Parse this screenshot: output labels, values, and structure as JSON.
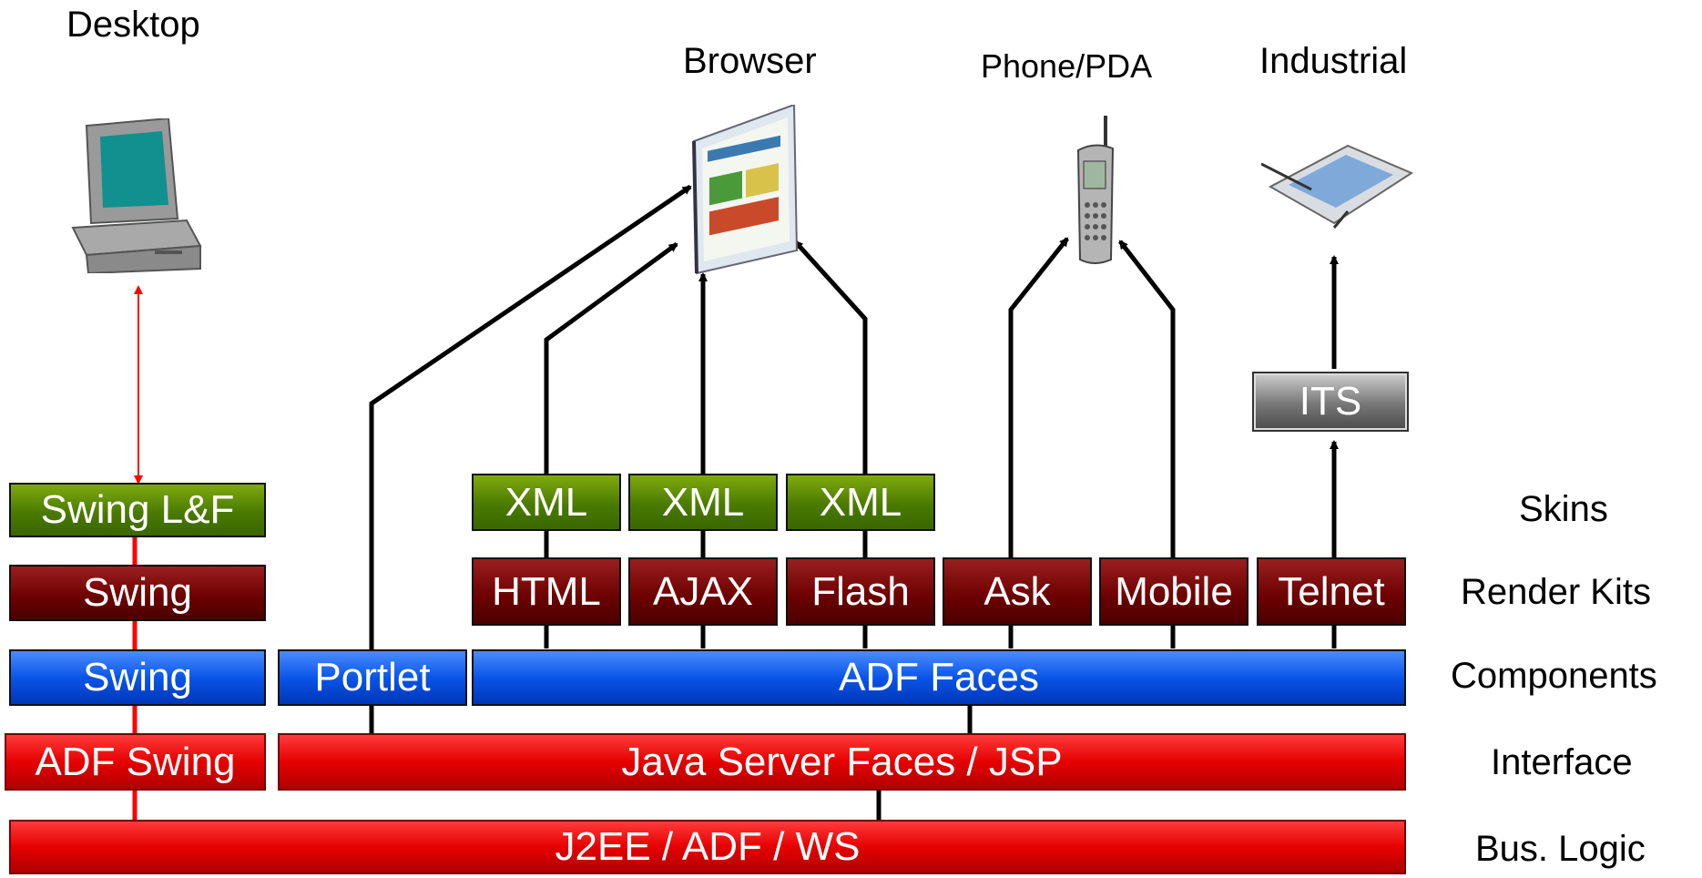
{
  "devices": {
    "desktop": "Desktop",
    "browser": "Browser",
    "phone": "Phone/PDA",
    "industrial": "Industrial"
  },
  "layers": {
    "skins": "Skins",
    "render_kits": "Render Kits",
    "components": "Components",
    "interface": "Interface",
    "bus_logic": "Bus. Logic"
  },
  "swing_stack": {
    "laf": "Swing L&F",
    "render": "Swing",
    "components": "Swing",
    "interface": "ADF Swing"
  },
  "skins": [
    "XML",
    "XML",
    "XML"
  ],
  "render_kits": [
    "HTML",
    "AJAX",
    "Flash",
    "Ask",
    "Mobile",
    "Telnet"
  ],
  "its": "ITS",
  "portlet": "Portlet",
  "adf_faces": "ADF Faces",
  "jsf": "Java Server Faces / JSP",
  "j2ee": "J2EE / ADF / WS",
  "colors": {
    "skin_green": "#4a7a00",
    "render_maroon": "#6b0000",
    "component_blue": "#0a55e8",
    "interface_red": "#e60000",
    "desktop_link": "#ff0000"
  }
}
